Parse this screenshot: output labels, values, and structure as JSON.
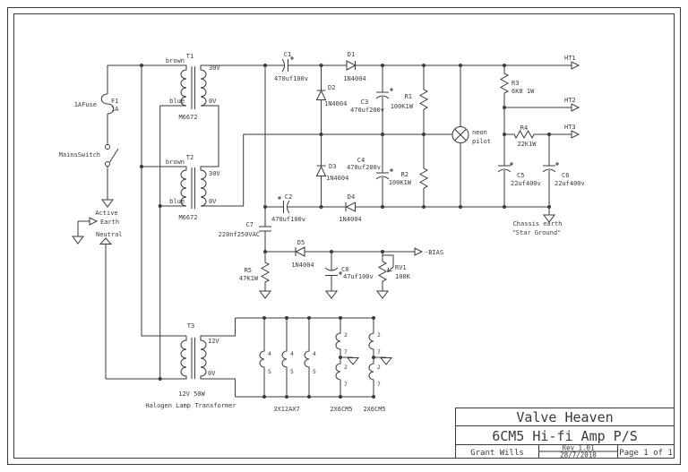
{
  "page": {
    "background": "#ffffff",
    "line_color": "#3a3a3a"
  },
  "title_block": {
    "company": "Valve Heaven",
    "title": "6CM5 Hi-fi Amp P/S",
    "author": "Grant Wills",
    "rev": "Rev 1.01",
    "date": "28/7/2010",
    "page": "Page 1 of 1"
  },
  "mains": {
    "fuse_name": "1AFuse",
    "fuse_ref": "F1",
    "fuse_value": "1A",
    "switch_label": "MainsSwitch",
    "active_label": "Active",
    "earth_label": "Earth",
    "neutral_label": "Neutral"
  },
  "transformers": {
    "t1": {
      "ref": "T1",
      "model": "M6672",
      "primary_top": "brown",
      "primary_bottom": "blue",
      "secondary_top": "30V",
      "secondary_bottom": "0V"
    },
    "t2": {
      "ref": "T2",
      "model": "M6672",
      "primary_top": "brown",
      "primary_bottom": "blue",
      "secondary_top": "30V",
      "secondary_bottom": "0V"
    },
    "t3": {
      "ref": "T3",
      "secondary_top": "12V",
      "secondary_bottom": "0V",
      "rating": "12V 50W",
      "description": "Halogen Lamp Transformer"
    }
  },
  "components": {
    "c1": {
      "ref": "C1",
      "value": "470uf100v"
    },
    "c2": {
      "ref": "C2",
      "value": "470uf100v"
    },
    "c3": {
      "ref": "C3",
      "value": "470uf200v"
    },
    "c4": {
      "ref": "C4",
      "value": "470uf200v"
    },
    "c5": {
      "ref": "C5",
      "value": "22uf400v"
    },
    "c6": {
      "ref": "C6",
      "value": "22uf400v"
    },
    "c7": {
      "ref": "C7",
      "value": "220nf250VAC"
    },
    "c8": {
      "ref": "C8",
      "value": "47uf100v"
    },
    "d1": {
      "ref": "D1",
      "value": "1N4004"
    },
    "d2": {
      "ref": "D2",
      "value": "1N4004"
    },
    "d3": {
      "ref": "D3",
      "value": "1N4004"
    },
    "d4": {
      "ref": "D4",
      "value": "1N4004"
    },
    "d5": {
      "ref": "D5",
      "value": "1N4004"
    },
    "r1": {
      "ref": "R1",
      "value": "100K1W"
    },
    "r2": {
      "ref": "R2",
      "value": "100K1W"
    },
    "r3": {
      "ref": "R3",
      "value": "6K8 1W"
    },
    "r4": {
      "ref": "R4",
      "value": "22K1W"
    },
    "r5": {
      "ref": "R5",
      "value": "47K1W"
    },
    "rv1": {
      "ref": "RV1",
      "value": "100K"
    },
    "neon": {
      "line1": "neon",
      "line2": "pilot"
    }
  },
  "outputs": {
    "ht1": "HT1",
    "ht2": "HT2",
    "ht3": "HT3",
    "bias": "-BIAS"
  },
  "grounds": {
    "chassis_line1": "Chassis earth",
    "chassis_line2": "\"Star Ground\""
  },
  "heaters": {
    "group1": "3X12AX7",
    "group2": "2X6CM5",
    "group3": "2X6CM5",
    "pin2": "2",
    "pin4": "4",
    "pin5": "5",
    "pin7": "7"
  }
}
